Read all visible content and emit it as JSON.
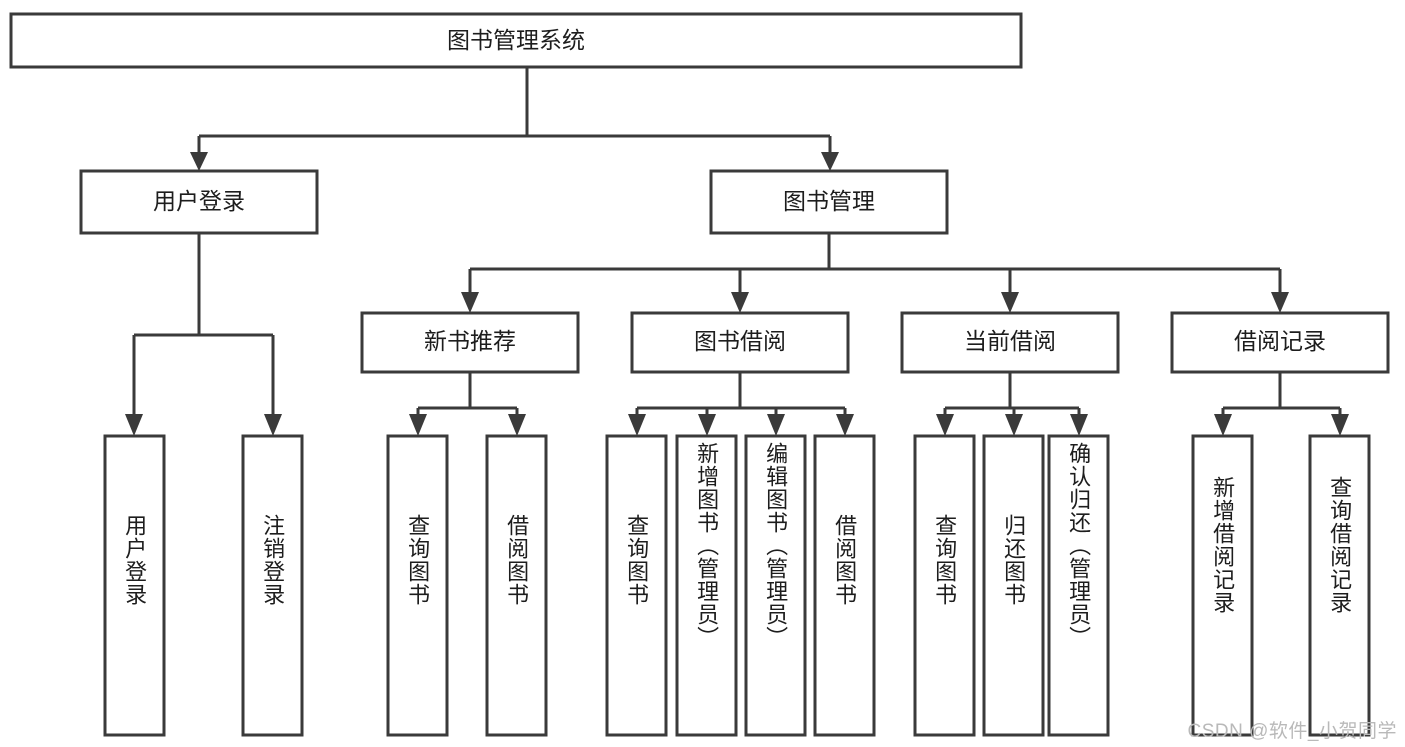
{
  "diagram": {
    "title": "图书管理系统",
    "type": "hierarchy-tree",
    "watermark": "CSDN @软件_小贺同学",
    "colors": {
      "box_stroke": "#3a3a3a",
      "box_fill": "#ffffff",
      "text": "#1d1d1d",
      "watermark": "#b9b9b9",
      "background": "#ffffff"
    },
    "root": {
      "label": "图书管理系统"
    },
    "level2": [
      {
        "label": "用户登录"
      },
      {
        "label": "图书管理"
      }
    ],
    "level3": [
      {
        "label": "新书推荐"
      },
      {
        "label": "图书借阅"
      },
      {
        "label": "当前借阅"
      },
      {
        "label": "借阅记录"
      }
    ],
    "leaves": {
      "user_login": [
        {
          "label": "用户登录"
        },
        {
          "label": "注销登录"
        }
      ],
      "new_book_recommend": [
        {
          "label": "查询图书"
        },
        {
          "label": "借阅图书"
        }
      ],
      "book_borrow": [
        {
          "label": "查询图书"
        },
        {
          "label": "新增图书（管理员）"
        },
        {
          "label": "编辑图书（管理员）"
        },
        {
          "label": "借阅图书"
        }
      ],
      "current_borrow": [
        {
          "label": "查询图书"
        },
        {
          "label": "归还图书"
        },
        {
          "label": "确认归还（管理员）"
        }
      ],
      "borrow_record": [
        {
          "label": "新增借阅记录"
        },
        {
          "label": "查询借阅记录"
        }
      ]
    }
  }
}
